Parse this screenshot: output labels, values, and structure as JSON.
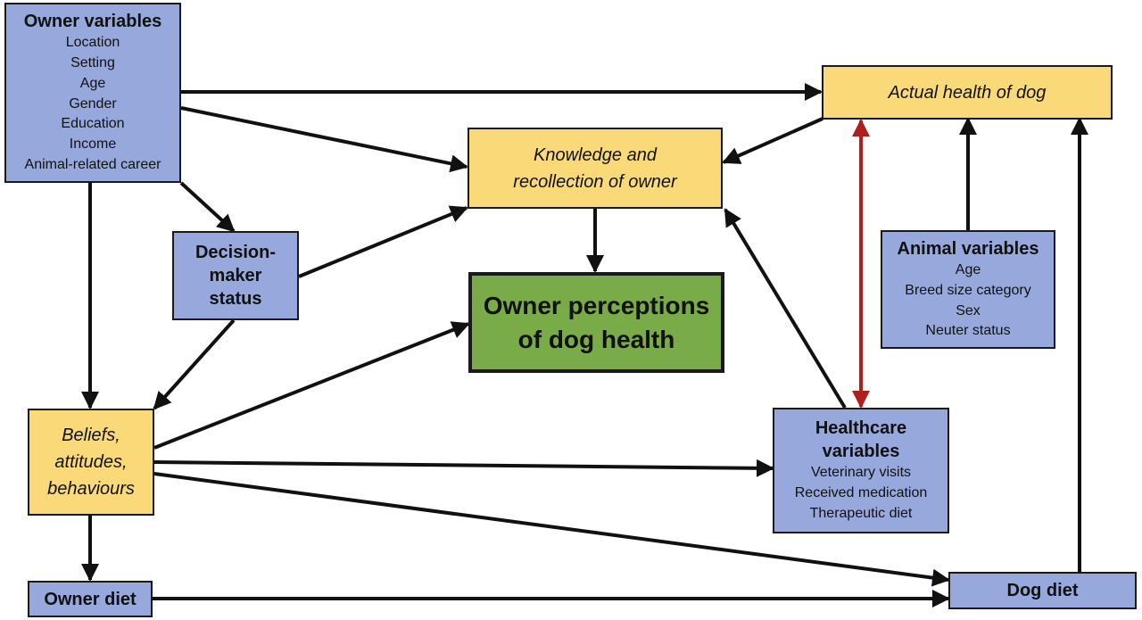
{
  "colors": {
    "variable_box": "#97a9dc",
    "mediator_box": "#f9d978",
    "outcome_box": "#7aab49",
    "arrow": "#111111",
    "bidirectional_arrow": "#b01e1e"
  },
  "nodes": {
    "owner_variables": {
      "title": "Owner variables",
      "items": [
        "Location",
        "Setting",
        "Age",
        "Gender",
        "Education",
        "Income",
        "Animal-related career"
      ]
    },
    "decision_maker": {
      "lines": [
        "Decision-",
        "maker",
        "status"
      ]
    },
    "beliefs": {
      "lines": [
        "Beliefs,",
        "attitudes,",
        "behaviours"
      ]
    },
    "owner_diet": {
      "label": "Owner diet"
    },
    "knowledge": {
      "lines": [
        "Knowledge and",
        "recollection of owner"
      ]
    },
    "perceptions": {
      "lines": [
        "Owner perceptions",
        "of dog health"
      ]
    },
    "actual_health": {
      "label": "Actual health of dog"
    },
    "animal_variables": {
      "title": "Animal variables",
      "items": [
        "Age",
        "Breed size category",
        "Sex",
        "Neuter status"
      ]
    },
    "healthcare_variables": {
      "title_lines": [
        "Healthcare",
        "variables"
      ],
      "items": [
        "Veterinary visits",
        "Received medication",
        "Therapeutic diet"
      ]
    },
    "dog_diet": {
      "label": "Dog diet"
    }
  }
}
